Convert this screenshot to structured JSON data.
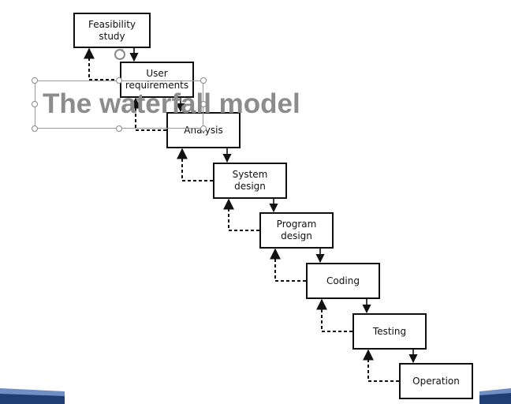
{
  "slide": {
    "title": "The waterfall model"
  },
  "diagram": {
    "stages": [
      {
        "id": "feasibility",
        "label": "Feasibility\nstudy"
      },
      {
        "id": "requirements",
        "label": "User\nrequirements"
      },
      {
        "id": "analysis",
        "label": "Analysis"
      },
      {
        "id": "system-design",
        "label": "System\ndesign"
      },
      {
        "id": "program-design",
        "label": "Program\ndesign"
      },
      {
        "id": "coding",
        "label": "Coding"
      },
      {
        "id": "testing",
        "label": "Testing"
      },
      {
        "id": "operation",
        "label": "Operation"
      }
    ]
  },
  "colors": {
    "title": "#8c8c8c",
    "line": "#111111",
    "corner_band_dark": "#1f3e74",
    "corner_band_light": "#6f8fc4"
  }
}
